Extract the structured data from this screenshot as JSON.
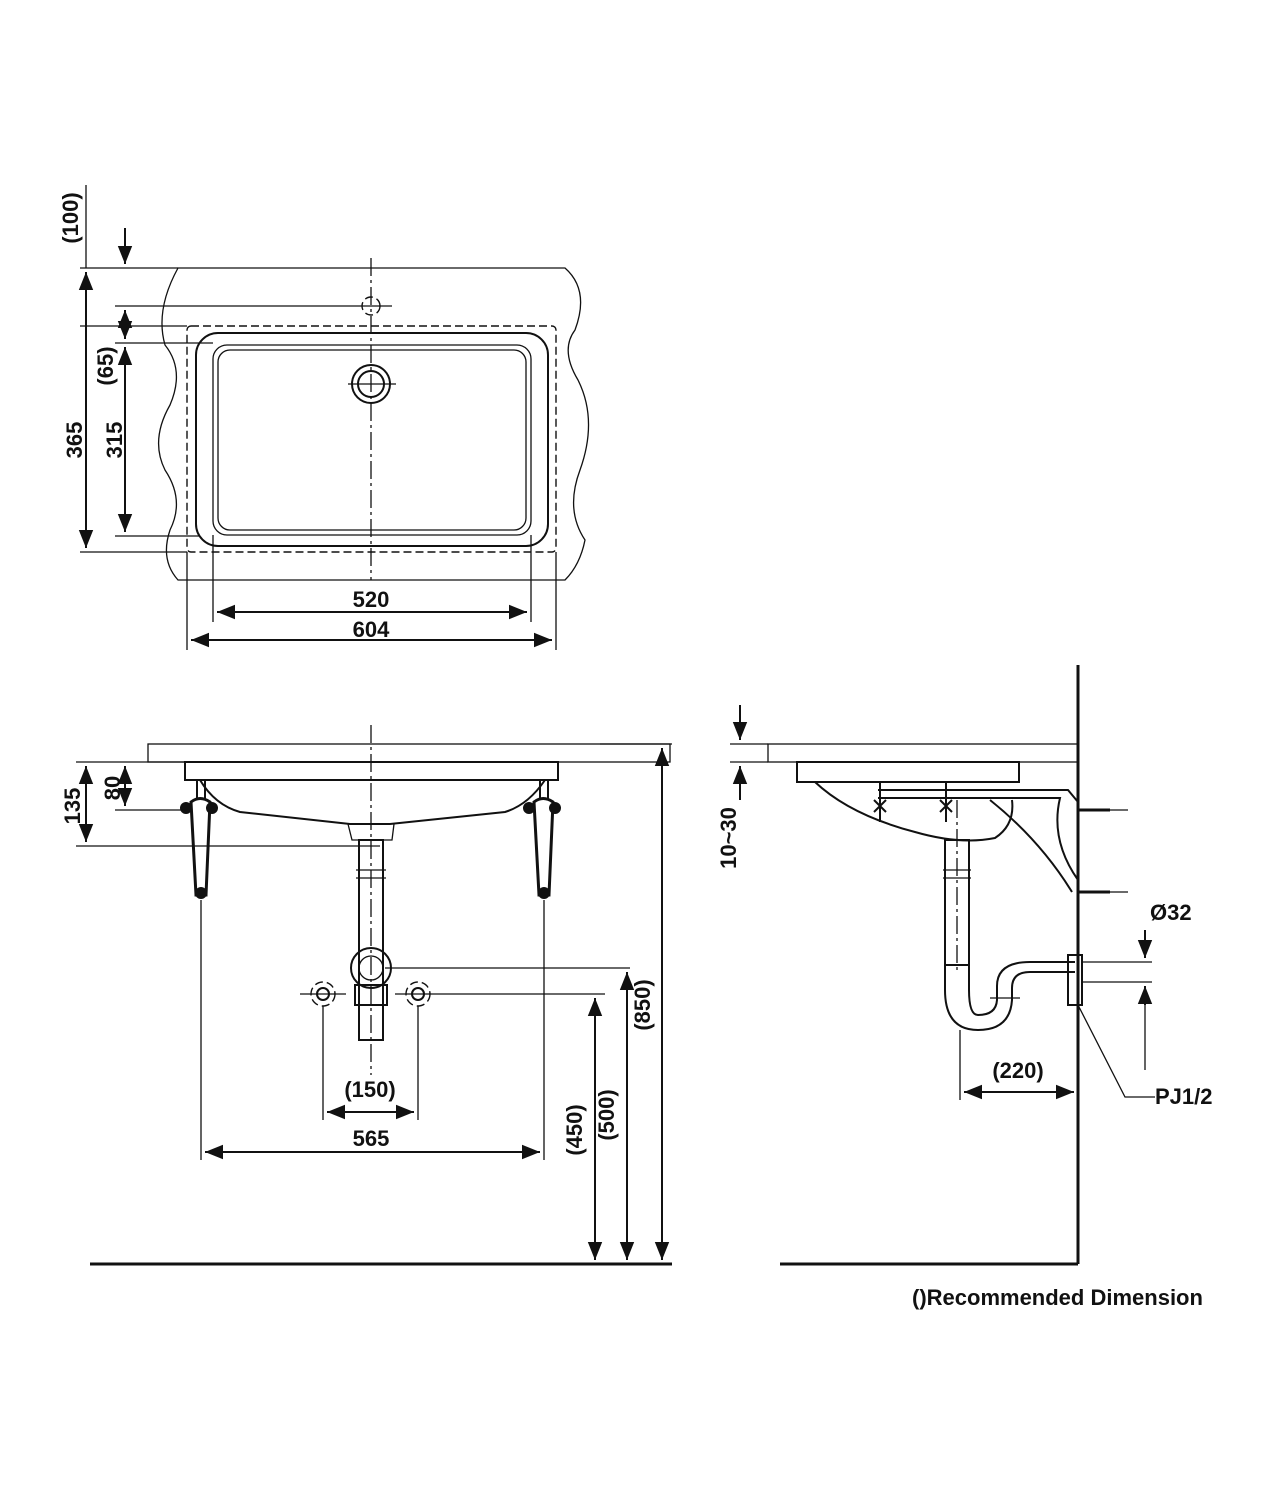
{
  "top_view": {
    "dim_100": "(100)",
    "dim_65": "(65)",
    "dim_365": "365",
    "dim_315": "315",
    "dim_520": "520",
    "dim_604": "604"
  },
  "front_view": {
    "dim_135": "135",
    "dim_80": "80",
    "dim_150": "(150)",
    "dim_565": "565",
    "dim_450": "(450)",
    "dim_500": "(500)",
    "dim_850": "(850)"
  },
  "side_view": {
    "dim_10_30": "10~30",
    "dim_32": "Ø32",
    "dim_220": "(220)",
    "pj": "PJ1/2"
  },
  "note": "()Recommended Dimension"
}
